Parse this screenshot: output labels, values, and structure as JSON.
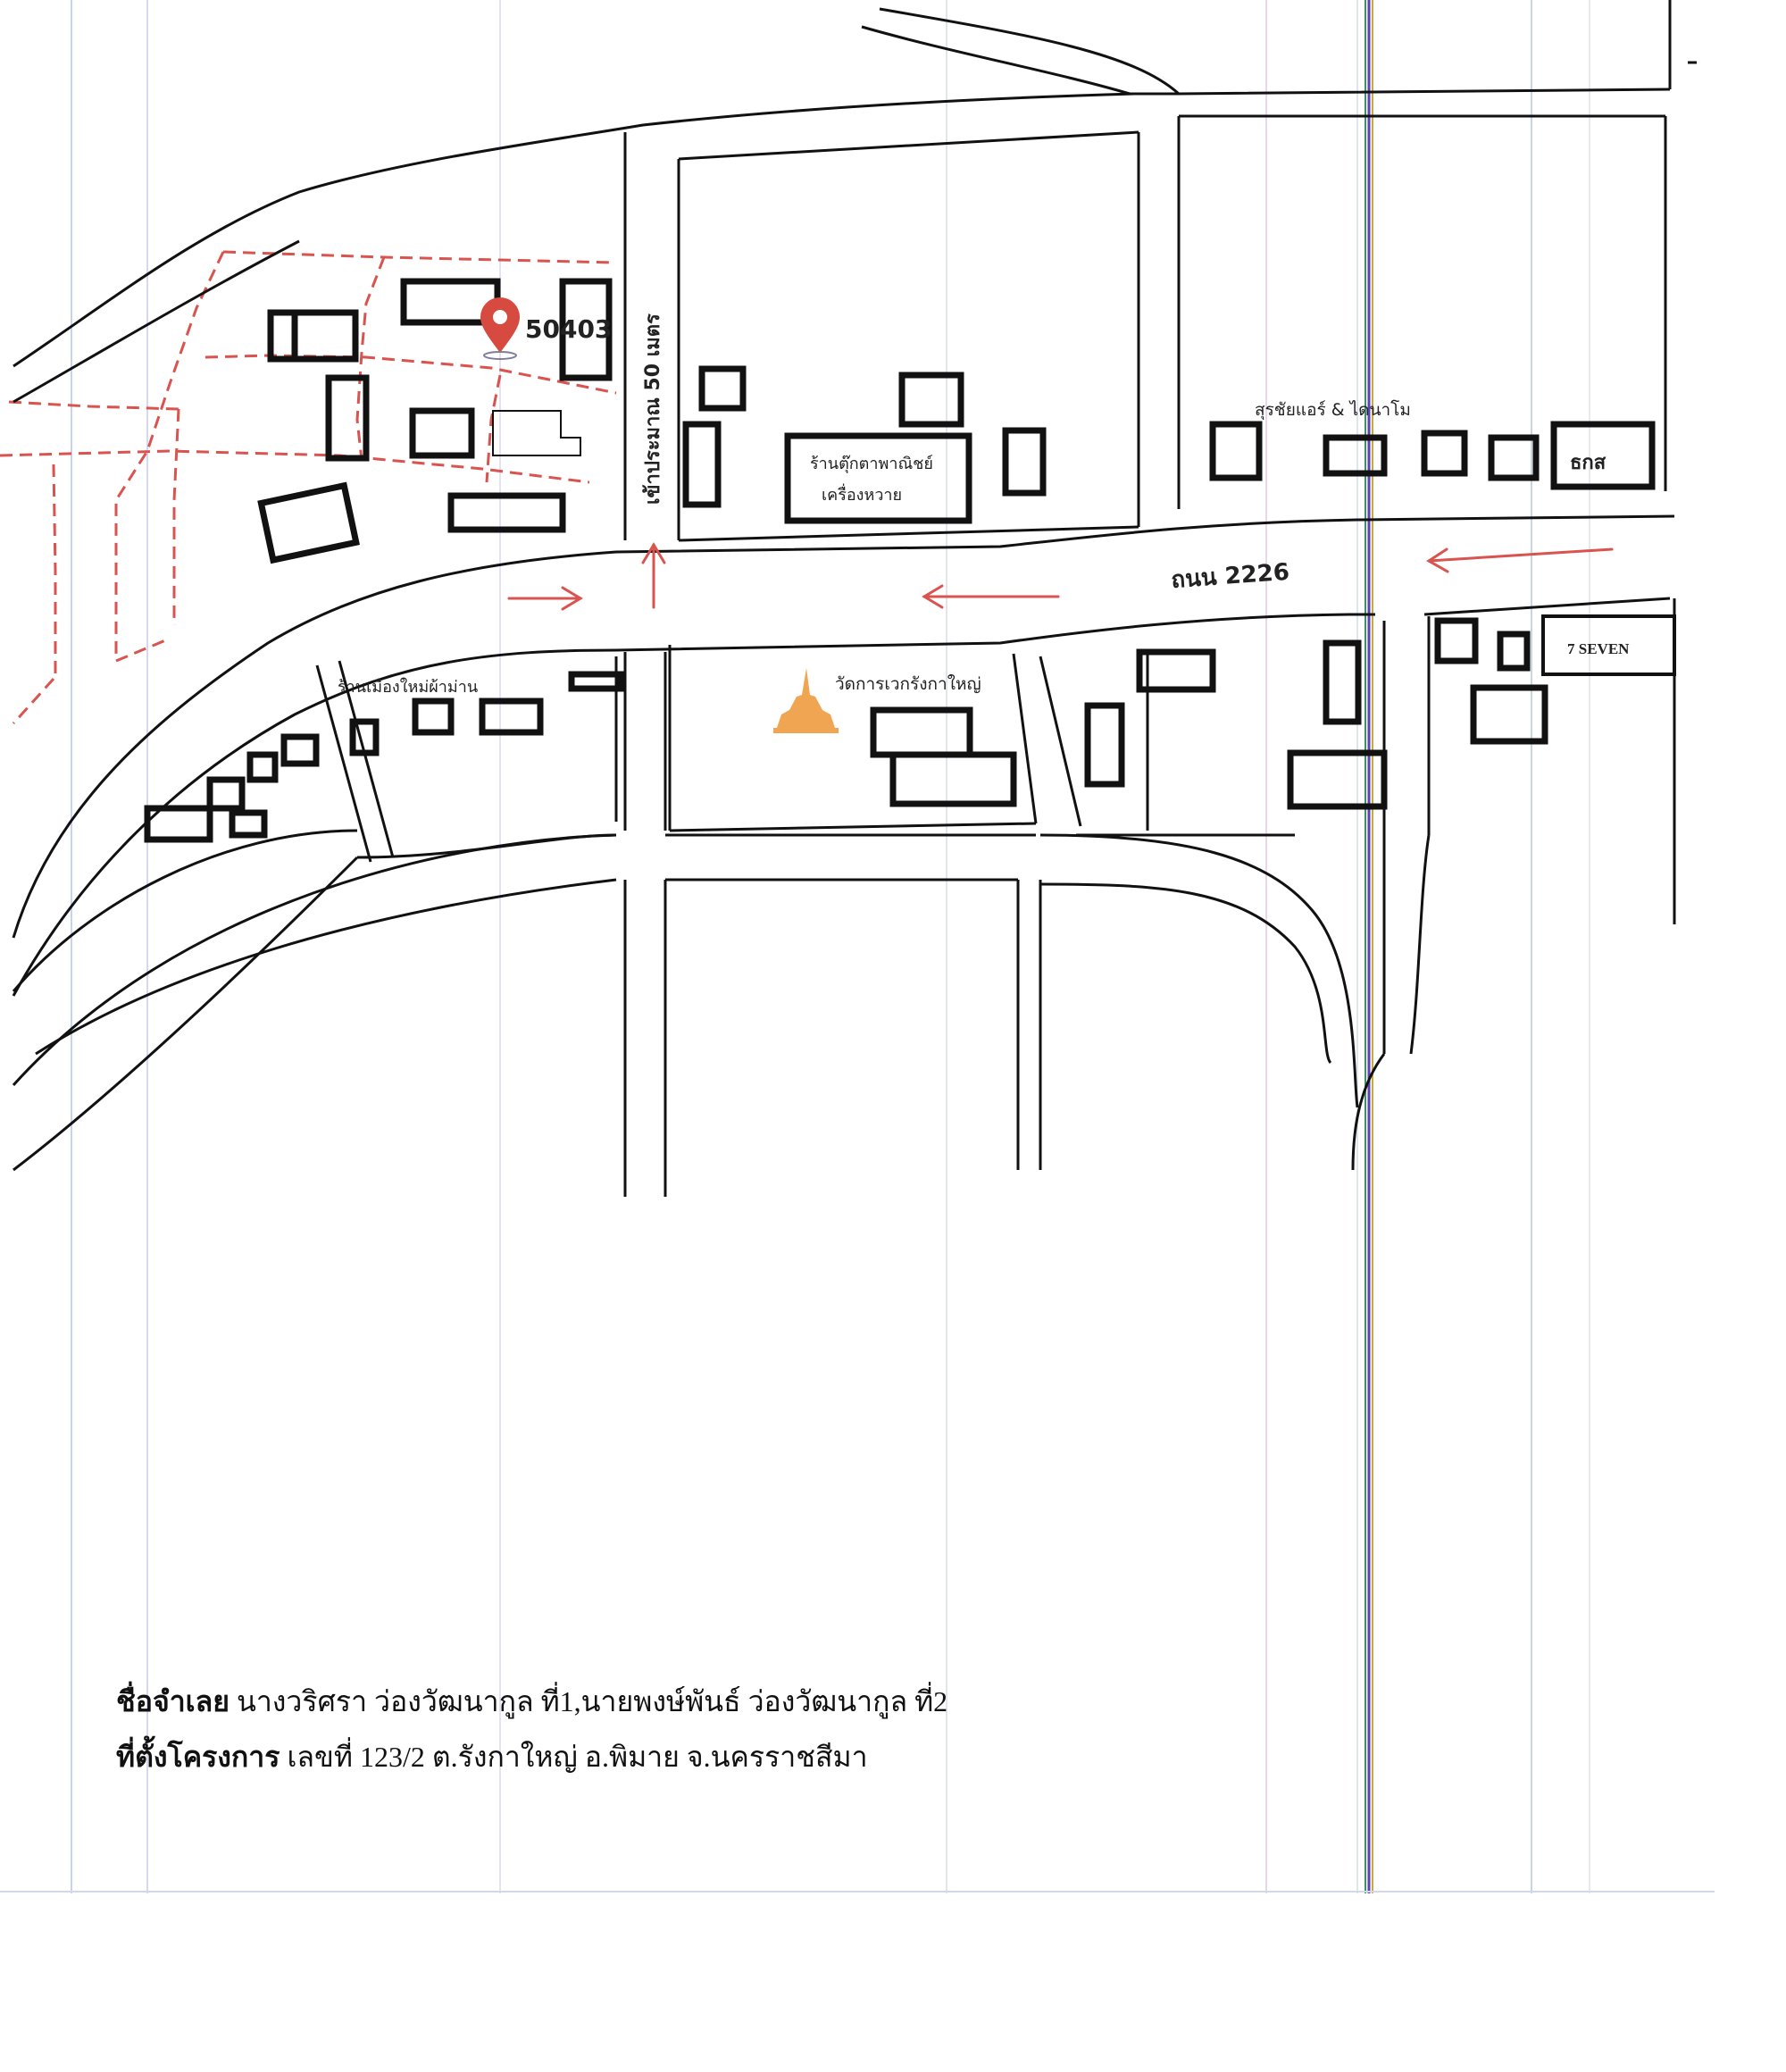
{
  "map": {
    "marker_code": "50403",
    "access_note": "เข้าประมาณ 50 เมตร",
    "road_name": "ถนน 2226",
    "places": {
      "hardware_store_line1": "ร้านตุ๊กตาพาณิชย์",
      "hardware_store_line2": "เครื่องหวาย",
      "air_shop": "สุรชัยแอร์ & ไดนาโม",
      "bank": "ธกส",
      "convenience": "7 SEVEN",
      "curtain_shop": "ร้านเมืองใหม่ผ้าม่าน",
      "temple": "วัดการเวกรังกาใหญ่"
    },
    "colors": {
      "road_line": "#111111",
      "building": "#111111",
      "parcel_dash": "#d9534f",
      "marker": "#d64a3f",
      "arrow": "#d9534f",
      "label_red": "#c8413a",
      "temple_icon": "#f0a552"
    },
    "icons": {
      "marker": "map-pin-icon",
      "temple": "pagoda-icon",
      "arrows": "direction-arrow-icon"
    }
  },
  "caption": {
    "line1_label": "ชื่อจำเลย",
    "line1_value": "นางวริศรา ว่องวัฒนากูล ที่1,นายพงษ์พันธ์ ว่องวัฒนากูล ที่2",
    "line2_label": "ที่ตั้งโครงการ",
    "line2_value": "เลขที่ 123/2 ต.รังกาใหญ่ อ.พิมาย จ.นครราชสีมา"
  }
}
